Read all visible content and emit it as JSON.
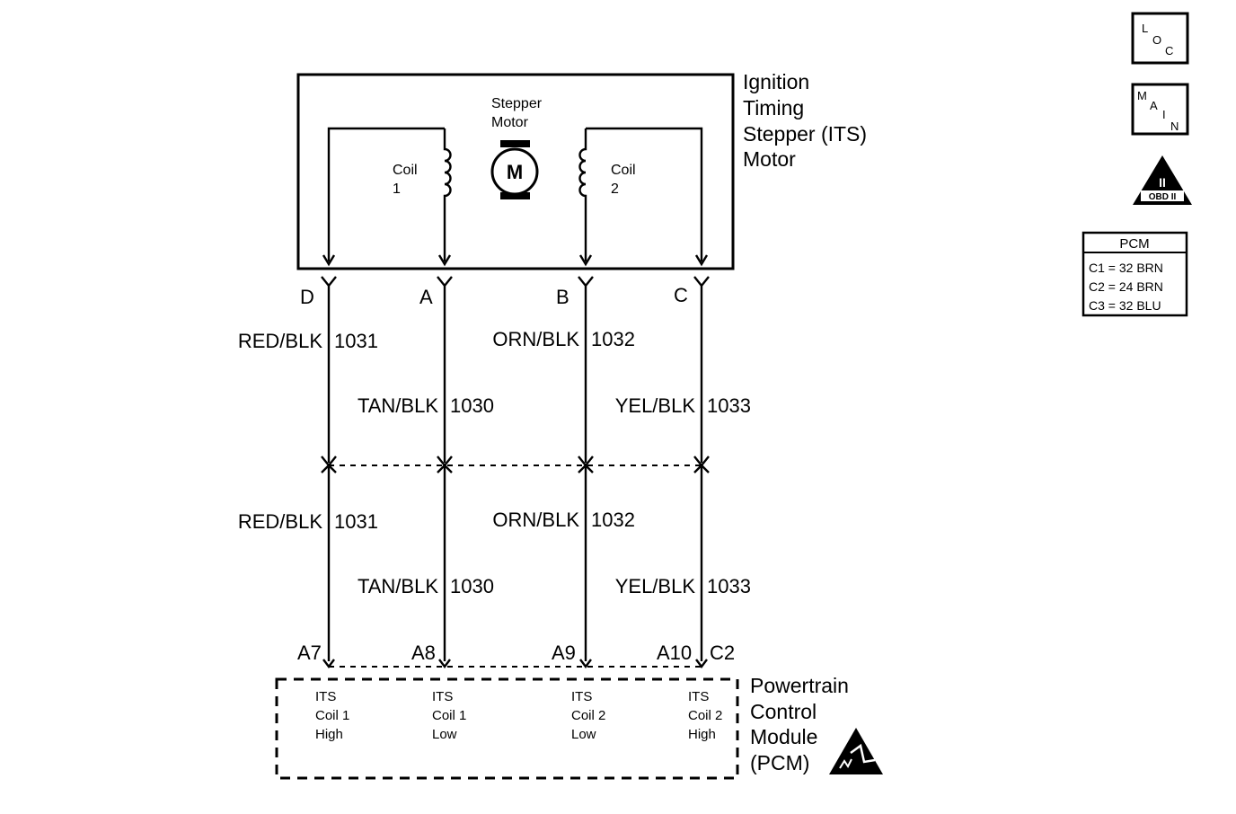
{
  "component": {
    "name_lines": [
      "Ignition",
      "Timing",
      "Stepper (ITS)",
      "Motor"
    ],
    "stepper_label_lines": [
      "Stepper",
      "Motor"
    ],
    "motor_symbol": "M",
    "coil1_lines": [
      "Coil",
      "1"
    ],
    "coil2_lines": [
      "Coil",
      "2"
    ]
  },
  "pins_top": [
    "D",
    "A",
    "B",
    "C"
  ],
  "wires_upper": [
    {
      "color": "RED/BLK",
      "circuit": "1031"
    },
    {
      "color": "TAN/BLK",
      "circuit": "1030"
    },
    {
      "color": "ORN/BLK",
      "circuit": "1032"
    },
    {
      "color": "YEL/BLK",
      "circuit": "1033"
    }
  ],
  "wires_lower": [
    {
      "color": "RED/BLK",
      "circuit": "1031"
    },
    {
      "color": "TAN/BLK",
      "circuit": "1030"
    },
    {
      "color": "ORN/BLK",
      "circuit": "1032"
    },
    {
      "color": "YEL/BLK",
      "circuit": "1033"
    }
  ],
  "pins_bottom": [
    "A7",
    "A8",
    "A9",
    "A10"
  ],
  "pcm_connector": "C2",
  "pcm_terminals": [
    [
      "ITS",
      "Coil 1",
      "High"
    ],
    [
      "ITS",
      "Coil 1",
      "Low"
    ],
    [
      "ITS",
      "Coil 2",
      "Low"
    ],
    [
      "ITS",
      "Coil 2",
      "High"
    ]
  ],
  "pcm_name_lines": [
    "Powertrain",
    "Control",
    "Module",
    "(PCM)"
  ],
  "legend": {
    "loc_icon": {
      "l": "L",
      "o": "O",
      "c": "C"
    },
    "main_icon": {
      "m": "M",
      "a": "A",
      "i": "I",
      "n": "N"
    },
    "obd_icon": {
      "roman": "II",
      "text": "OBD II"
    },
    "pcm_table": {
      "title": "PCM",
      "rows": [
        "C1 = 32 BRN",
        "C2 = 24 BRN",
        "C3 = 32 BLU"
      ]
    }
  },
  "esd_icon": "esd-warning-icon"
}
